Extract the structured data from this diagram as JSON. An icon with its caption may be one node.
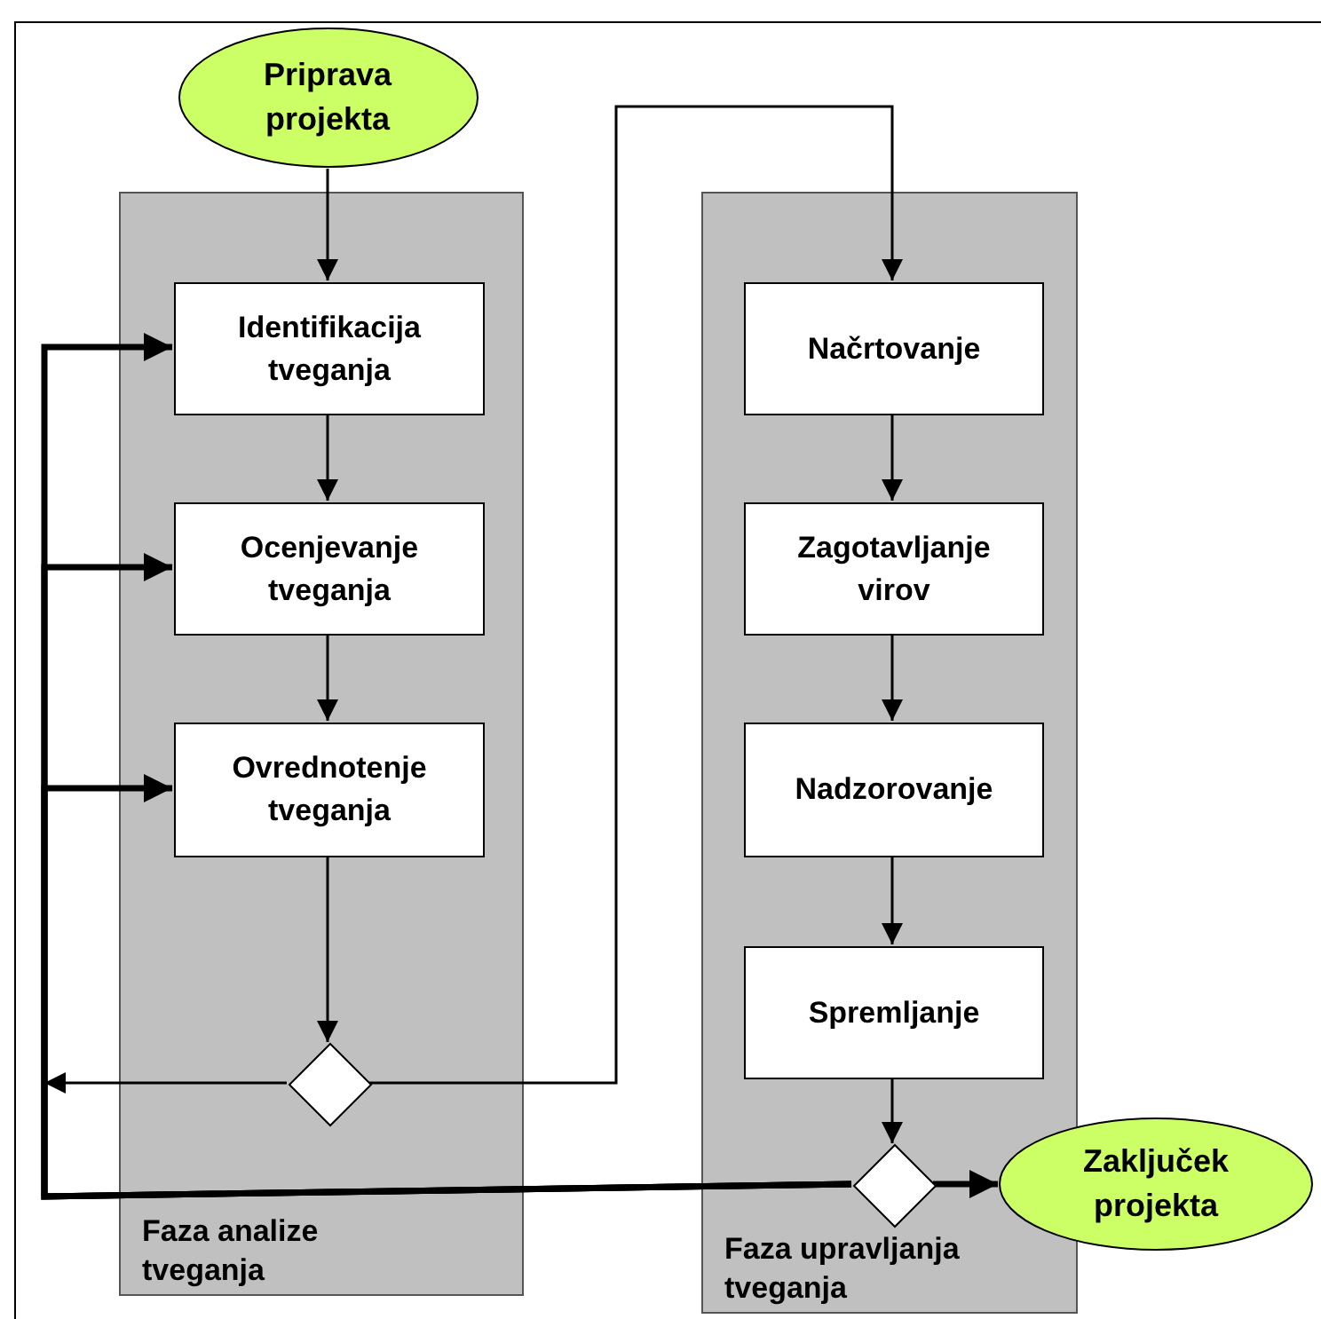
{
  "diagram": {
    "nodes": [
      {
        "text": [
          "Priprava projekta"
        ]
      },
      {
        "text": [
          "Faza analize tveganja"
        ]
      },
      {
        "text": [
          "Identifikacija tveganja"
        ],
        "in": 1
      },
      {
        "text": [
          "Ocenjevanje tveganja"
        ],
        "in": 1
      },
      {
        "text": [
          "Ovrednotenje tveganja"
        ],
        "in": 1
      },
      {
        "text": [],
        "shape": "diamond",
        "in": 1
      },
      {
        "text": [
          "Faza upravljanja tveganja"
        ]
      },
      {
        "text": [
          "Načrtovanje"
        ],
        "in": 6
      },
      {
        "text": [
          "Zagotavljanje virov"
        ],
        "in": 6
      },
      {
        "text": [
          "Nadzorovanje"
        ],
        "in": 6
      },
      {
        "text": [
          "Spremljanje"
        ],
        "in": 6
      },
      {
        "text": [],
        "shape": "diamond",
        "in": 6
      },
      {
        "text": [
          "Zaključek projekta"
        ]
      }
    ],
    "edges": [
      {
        "from": 0,
        "to": 2,
        "arrow": "to"
      },
      {
        "from": 2,
        "to": 3,
        "arrow": "to"
      },
      {
        "from": 3,
        "to": 4,
        "arrow": "to"
      },
      {
        "from": 4,
        "to": 5,
        "arrow": "to"
      },
      {
        "from": 5,
        "to": 7,
        "arrow": "to"
      },
      {
        "from": 5,
        "to": null,
        "arrow": "to"
      },
      {
        "from": 7,
        "to": 8,
        "arrow": "to"
      },
      {
        "from": 8,
        "to": 9,
        "arrow": "to"
      },
      {
        "from": 9,
        "to": 10,
        "arrow": "to"
      },
      {
        "from": 10,
        "to": 11,
        "arrow": "to"
      },
      {
        "from": 11,
        "to": 12,
        "arrow": "to",
        "style": "thick"
      },
      {
        "from": 11,
        "to": 2,
        "arrow": "to",
        "style": "thick"
      },
      {
        "from": 11,
        "to": 3,
        "arrow": "to",
        "style": "thick"
      },
      {
        "from": 11,
        "to": 4,
        "arrow": "to",
        "style": "thick"
      }
    ]
  }
}
